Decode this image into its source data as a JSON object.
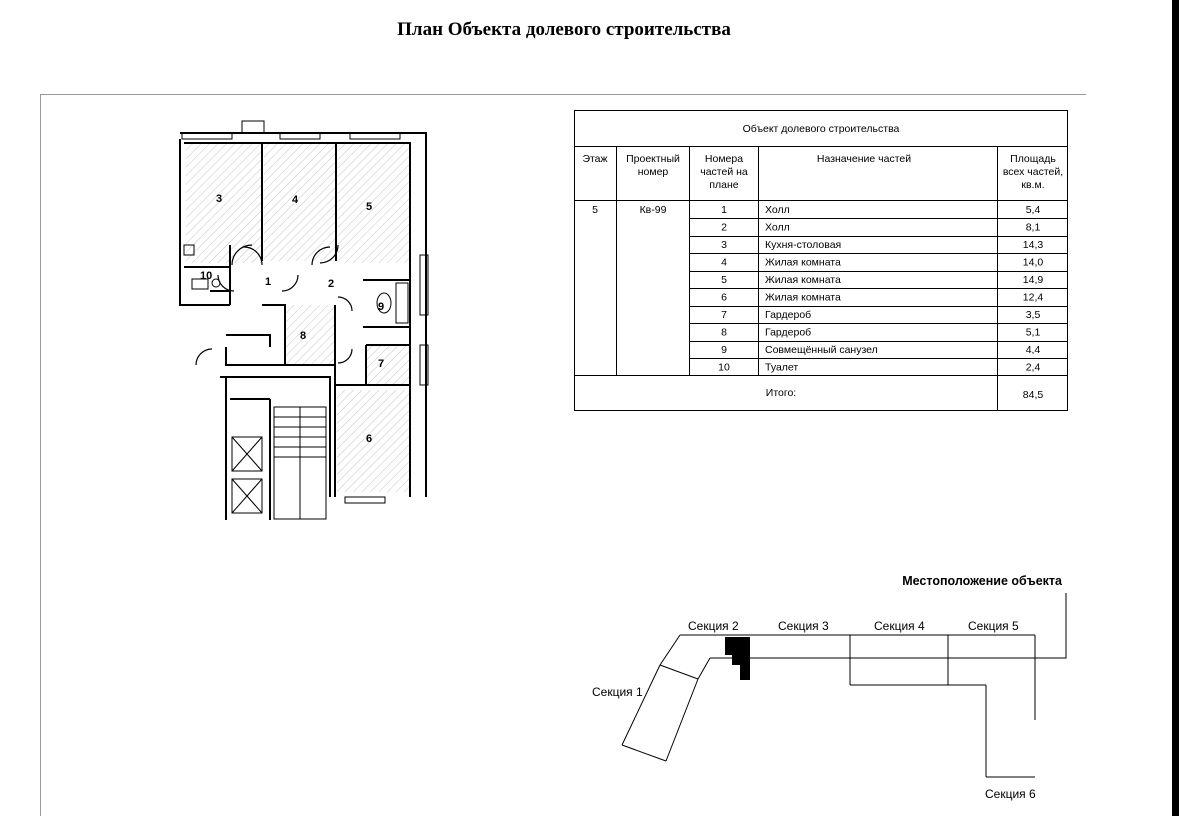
{
  "document": {
    "title": "План Объекта долевого строительства"
  },
  "floor_plan": {
    "room_labels": [
      "1",
      "2",
      "3",
      "4",
      "5",
      "6",
      "7",
      "8",
      "9",
      "10"
    ]
  },
  "table": {
    "caption": "Объект долевого строительства",
    "headers": {
      "floor": "Этаж",
      "project_number": "Проектный номер",
      "part_numbers": "Номера частей на плане",
      "purpose": "Назначение частей",
      "area": "Площадь всех частей, кв.м."
    },
    "floor": "5",
    "project_number": "Кв-99",
    "rows": [
      {
        "num": "1",
        "purpose": "Холл",
        "area": "5,4"
      },
      {
        "num": "2",
        "purpose": "Холл",
        "area": "8,1"
      },
      {
        "num": "3",
        "purpose": "Кухня-столовая",
        "area": "14,3"
      },
      {
        "num": "4",
        "purpose": "Жилая комната",
        "area": "14,0"
      },
      {
        "num": "5",
        "purpose": "Жилая комната",
        "area": "14,9"
      },
      {
        "num": "6",
        "purpose": "Жилая комната",
        "area": "12,4"
      },
      {
        "num": "7",
        "purpose": "Гардероб",
        "area": "3,5"
      },
      {
        "num": "8",
        "purpose": "Гардероб",
        "area": "5,1"
      },
      {
        "num": "9",
        "purpose": "Совмещённый санузел",
        "area": "4,4"
      },
      {
        "num": "10",
        "purpose": "Туалет",
        "area": "2,4"
      }
    ],
    "total_label": "Итого:",
    "total_value": "84,5"
  },
  "location": {
    "title": "Местоположение объекта",
    "sections": [
      "Секция 1",
      "Секция 2",
      "Секция 3",
      "Секция 4",
      "Секция 5",
      "Секция 6"
    ]
  }
}
